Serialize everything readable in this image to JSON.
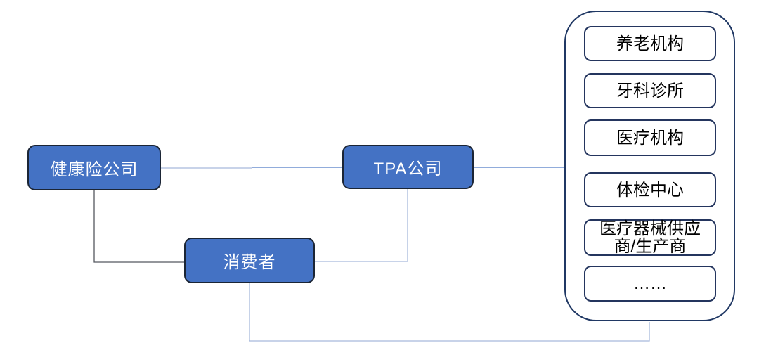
{
  "diagram": {
    "nodes": {
      "insurer": {
        "label": "健康险公司"
      },
      "tpa": {
        "label": "TPA公司"
      },
      "consumer": {
        "label": "消费者"
      }
    },
    "provider_panel": {
      "items": [
        {
          "label": "养老机构"
        },
        {
          "label": "牙科诊所"
        },
        {
          "label": "医疗机构"
        },
        {
          "label": "体检中心"
        },
        {
          "label": "医疗器械供应\n商/生产商"
        },
        {
          "label": "……"
        }
      ]
    },
    "colors": {
      "node_fill": "#4472c4",
      "node_border": "#1b2535",
      "node_text": "#ffffff",
      "panel_border": "#203864",
      "item_border": "#24355e",
      "item_text": "#000000",
      "connector_light": "#a7b9dc",
      "connector_medium": "#4f7ac5",
      "connector_dark": "#54585f"
    }
  }
}
